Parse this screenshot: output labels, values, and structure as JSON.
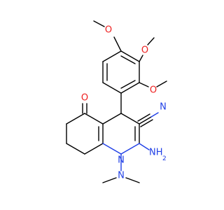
{
  "molecule": {
    "atoms": {
      "ketone_o": "O",
      "nitrile_n": "N",
      "ring_n": "N",
      "dimethylamino_n": "N",
      "amino_label": "NH",
      "amino_h_count": "2",
      "ome_o_top": "O",
      "ome_o_mid": "O",
      "ome_o_low": "O"
    },
    "colors": {
      "bond": "#000000",
      "nitrogen": "#1f3fe6",
      "oxygen": "#ee2020",
      "background": "#ffffff"
    }
  }
}
